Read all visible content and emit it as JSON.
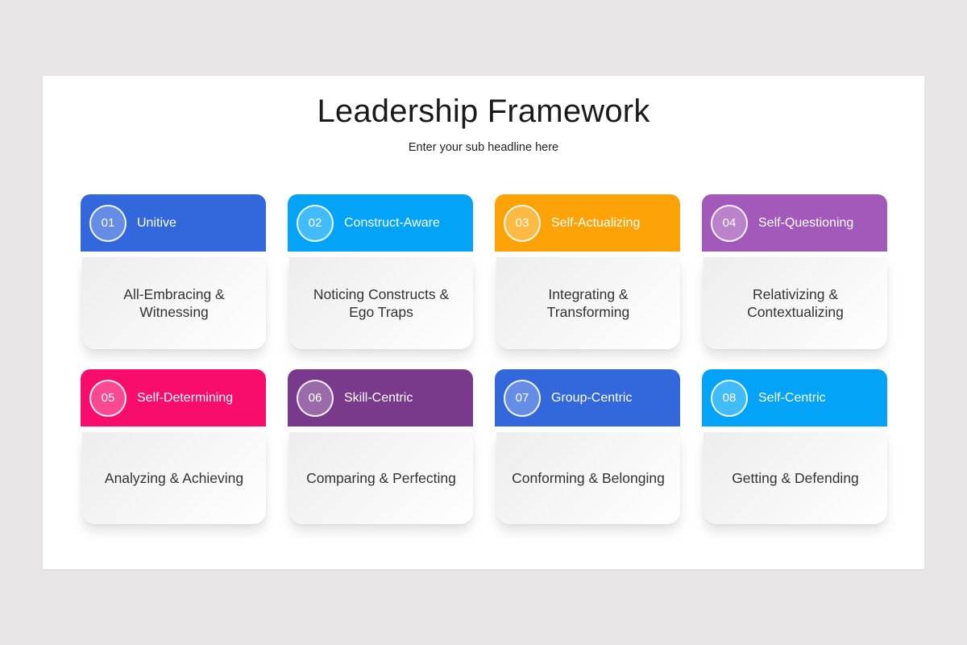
{
  "slide": {
    "title": "Leadership Framework",
    "subtitle": "Enter your sub headline here"
  },
  "cards": [
    {
      "number": "01",
      "title": "Unitive",
      "description": "All-Embracing & Witnessing",
      "color": "#3367dc"
    },
    {
      "number": "02",
      "title": "Construct-Aware",
      "description": "Noticing Constructs & Ego Traps",
      "color": "#03a4f7"
    },
    {
      "number": "03",
      "title": "Self-Actualizing",
      "description": "Integrating & Transforming",
      "color": "#fda307"
    },
    {
      "number": "04",
      "title": "Self-Questioning",
      "description": "Relativizing & Contextualizing",
      "color": "#a259b9"
    },
    {
      "number": "05",
      "title": "Self-Determining",
      "description": "Analyzing & Achieving",
      "color": "#f80c6c"
    },
    {
      "number": "06",
      "title": "Skill-Centric",
      "description": "Comparing & Perfecting",
      "color": "#7a3a8c"
    },
    {
      "number": "07",
      "title": "Group-Centric",
      "description": "Conforming & Belonging",
      "color": "#3367dc"
    },
    {
      "number": "08",
      "title": "Self-Centric",
      "description": "Getting & Defending",
      "color": "#03a4f7"
    }
  ]
}
